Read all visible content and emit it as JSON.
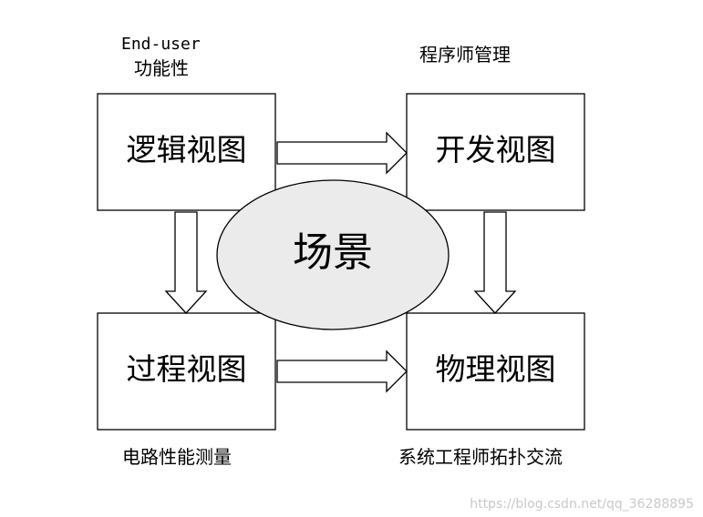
{
  "views": {
    "logical": "逻辑视图",
    "development": "开发视图",
    "process": "过程视图",
    "physical": "物理视图"
  },
  "center": "场景",
  "annotations": {
    "top_left_line1": "End-user",
    "top_left_line2": "功能性",
    "top_right": "程序师管理",
    "bottom_left": "电路性能测量",
    "bottom_right": "系统工程师拓扑交流"
  },
  "watermark": "https://blog.csdn.net/qq_36288895"
}
